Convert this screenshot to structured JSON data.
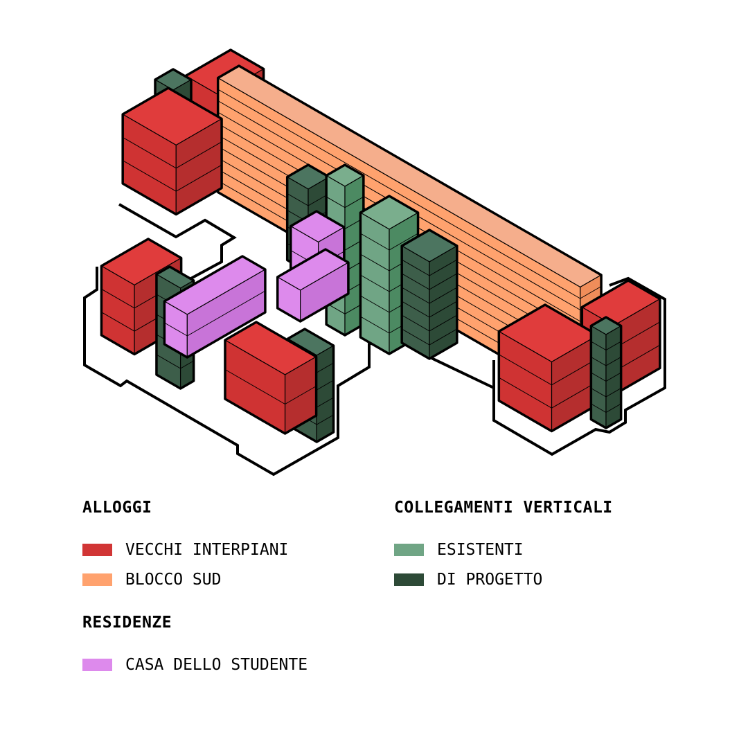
{
  "legend": {
    "alloggi": {
      "title": "ALLOGGI",
      "items": [
        {
          "label": "VECCHI INTERPIANI",
          "color": "#d13535"
        },
        {
          "label": "BLOCCO SUD",
          "color": "#ffa26e"
        }
      ]
    },
    "residenze": {
      "title": "RESIDENZE",
      "items": [
        {
          "label": "CASA DELLO STUDENTE",
          "color": "#dd8aec"
        }
      ]
    },
    "collegamenti": {
      "title": "COLLEGAMENTI VERTICALI",
      "items": [
        {
          "label": "ESISTENTI",
          "color": "#70a585"
        },
        {
          "label": "DI PROGETTO",
          "color": "#2d4a37"
        }
      ]
    }
  }
}
